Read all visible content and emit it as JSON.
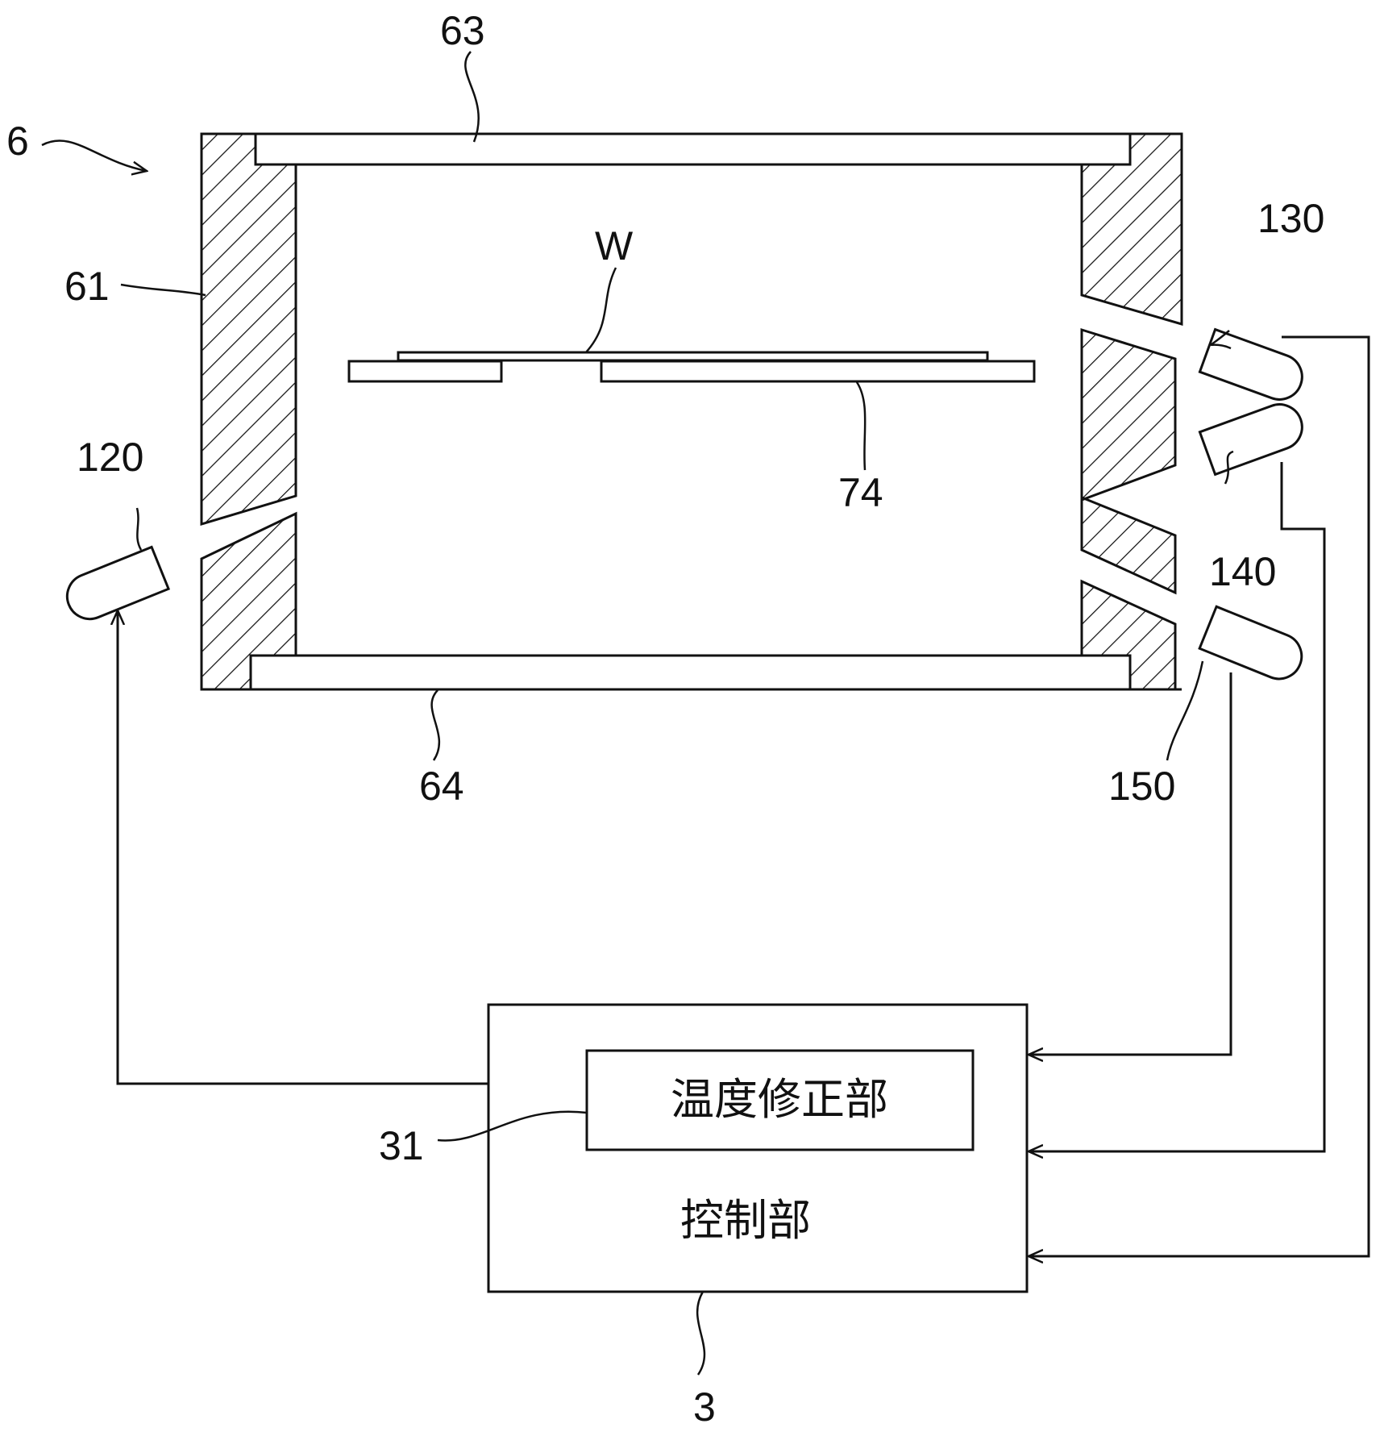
{
  "labels": {
    "apparatus": "6",
    "top_window": "63",
    "chamber_wall": "61",
    "wafer": "W",
    "susceptor": "74",
    "bottom_window": "64",
    "sensor_120": "120",
    "sensor_130": "130",
    "sensor_140": "140",
    "sensor_150": "150",
    "correction_unit_ref": "31",
    "controller_ref": "3"
  },
  "blocks": {
    "correction_unit": "温度修正部",
    "controller": "控制部"
  }
}
